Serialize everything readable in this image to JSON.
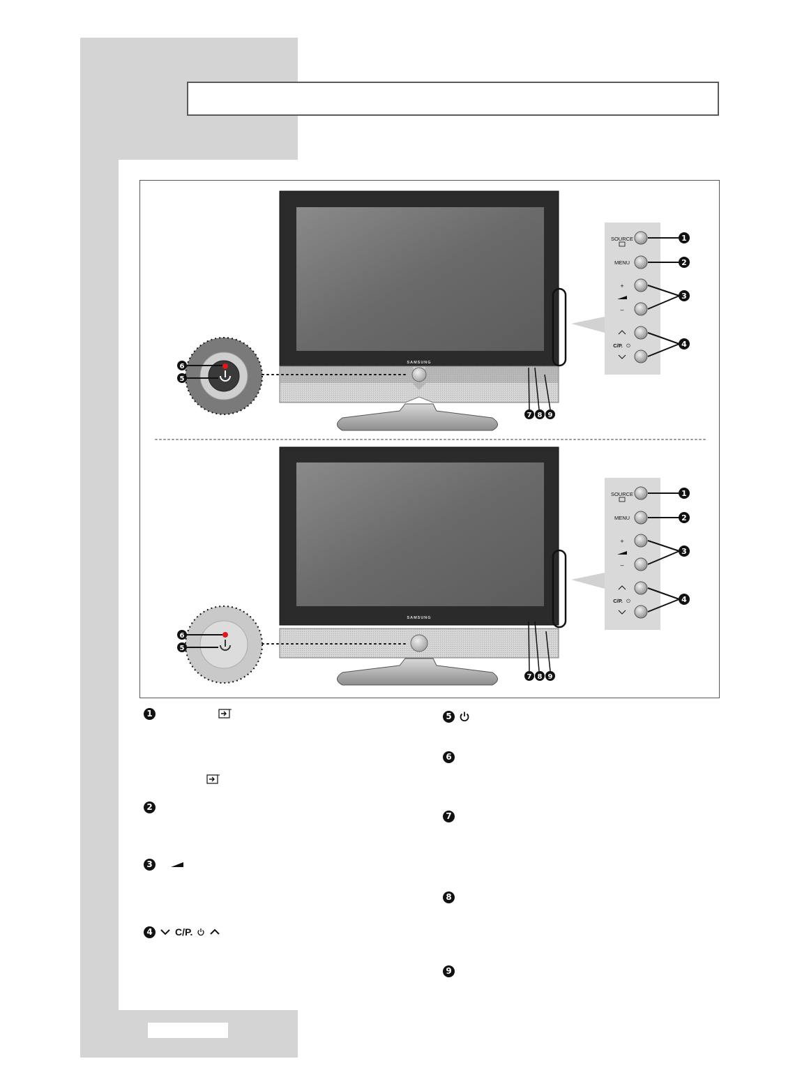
{
  "figure": {
    "brand": "SAMSUNG",
    "panel_labels": {
      "source": "SOURCE",
      "menu": "MENU",
      "plus": "+",
      "minus": "–",
      "cp": "C/P.",
      "cp_power_glyph": "⏻"
    },
    "callouts": {
      "n1": "1",
      "n2": "2",
      "n3": "3",
      "n4": "4",
      "n5": "5",
      "n6": "6",
      "n7": "7",
      "n8": "8",
      "n9": "9"
    }
  },
  "descriptions": {
    "item1": {
      "bullet": "1"
    },
    "item2": {
      "bullet": "2"
    },
    "item3": {
      "bullet": "3"
    },
    "item4": {
      "bullet": "4",
      "label": "C/P."
    },
    "item5": {
      "bullet": "5"
    },
    "item6": {
      "bullet": "6"
    },
    "item7": {
      "bullet": "7"
    },
    "item8": {
      "bullet": "8"
    },
    "item9": {
      "bullet": "9"
    }
  },
  "icons": [
    "source-input-icon",
    "volume-icon",
    "chevron-down-icon",
    "chevron-up-icon",
    "power-icon"
  ]
}
